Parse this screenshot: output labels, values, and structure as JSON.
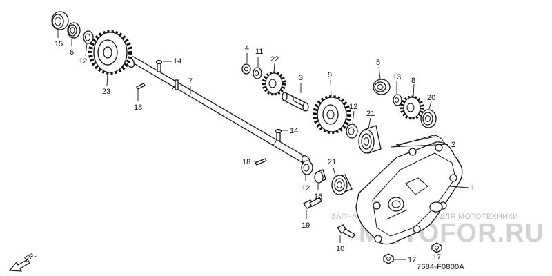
{
  "diagram": {
    "code": "7684-F0800A",
    "direction_label": "FR.",
    "watermark": {
      "line1": "ЗАПЧАСТИ И АКСЕССУАРЫ ДЛЯ МОТОТЕХНИКИ",
      "line2": "MOTOFOR.RU"
    },
    "callouts": [
      {
        "id": "15",
        "text": "15"
      },
      {
        "id": "6",
        "text": "6"
      },
      {
        "id": "12a",
        "text": "12"
      },
      {
        "id": "23",
        "text": "23"
      },
      {
        "id": "14a",
        "text": "14"
      },
      {
        "id": "7",
        "text": "7"
      },
      {
        "id": "18a",
        "text": "18"
      },
      {
        "id": "4",
        "text": "4"
      },
      {
        "id": "11",
        "text": "11"
      },
      {
        "id": "22",
        "text": "22"
      },
      {
        "id": "3",
        "text": "3"
      },
      {
        "id": "9",
        "text": "9"
      },
      {
        "id": "12b",
        "text": "12"
      },
      {
        "id": "21a",
        "text": "21"
      },
      {
        "id": "5",
        "text": "5"
      },
      {
        "id": "13",
        "text": "13"
      },
      {
        "id": "8",
        "text": "8"
      },
      {
        "id": "20",
        "text": "20"
      },
      {
        "id": "2",
        "text": "2"
      },
      {
        "id": "14b",
        "text": "14"
      },
      {
        "id": "18b",
        "text": "18"
      },
      {
        "id": "21b",
        "text": "21"
      },
      {
        "id": "12c",
        "text": "12"
      },
      {
        "id": "16",
        "text": "16"
      },
      {
        "id": "1",
        "text": "1"
      },
      {
        "id": "19",
        "text": "19"
      },
      {
        "id": "10",
        "text": "10"
      },
      {
        "id": "17a",
        "text": "17"
      },
      {
        "id": "17b",
        "text": "17"
      }
    ]
  }
}
